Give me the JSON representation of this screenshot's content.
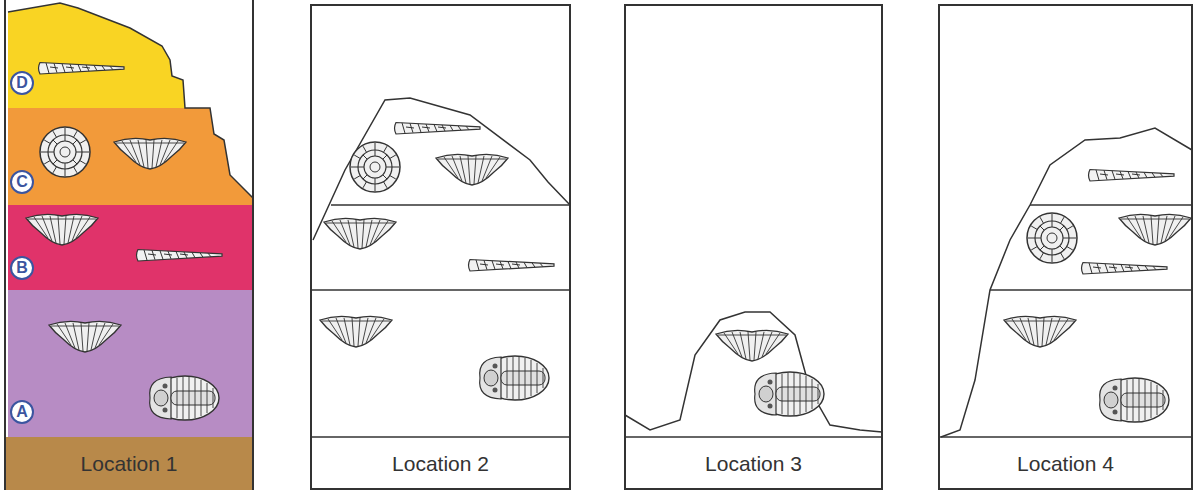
{
  "diagram": {
    "nodes": [
      {
        "text": [
          "D"
        ]
      },
      {
        "text": [
          "C"
        ]
      },
      {
        "text": [
          "B"
        ]
      },
      {
        "text": [
          "A"
        ]
      },
      {
        "text": [
          "Location 1"
        ]
      },
      {
        "text": [
          "Location 2"
        ]
      },
      {
        "text": [
          "Location 3"
        ]
      },
      {
        "text": [
          "Location 4"
        ]
      }
    ]
  }
}
